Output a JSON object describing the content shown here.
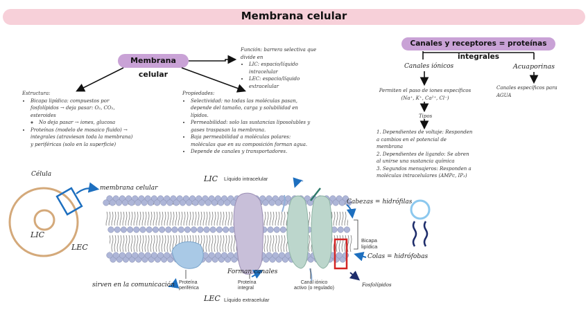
{
  "title": "Membrana celular",
  "left": {
    "node_label": "Membrana celular",
    "function_text": "Función: barrera selectiva que divide en",
    "function_items": [
      "LIC: espacio/líquido intracelular",
      "LEC: espacio/líquido extracelular"
    ],
    "structure": {
      "heading": "Estructura:",
      "item1": "Bicapa lipídica: compuestos por fosfolípidos → deja pasar: O₂, CO₂, esteroides",
      "item1_sub": "No deja pasar → iones, glucosa",
      "item2": "Proteínas (modelo de mosaico fluido) → integrales (atraviesan toda la membrana) y periféricas (solo en la superficie)"
    },
    "properties": {
      "heading": "Propiedades:",
      "items": [
        "Selectividad: no todas las moléculas pasan, depende del tamaño, carga y solubilidad en lípidos.",
        "Permeabilidad: solo las sustancias liposolubles y gases traspasan la membrana.",
        "Baja permeabilidad a moléculas polares: moléculas que en su composición forman agua.",
        "Depende de canales y transportadores."
      ]
    }
  },
  "right": {
    "node_label": "Canales y receptores = proteínas integrales",
    "ion_channels": "Canales iónicos",
    "aquaporins": "Acuaporinas",
    "ion_desc": "Permiten el paso de iones específicos (Na⁺, K⁺, Ca²⁺, Cl⁻)",
    "aqua_desc": "Canales específicos para AGUA",
    "types_label": "Tipos",
    "types": [
      "1. Dependientes de voltaje: Responden a cambios en el potencial de membrana",
      "2. Dependientes de ligando: Se abren al unirse una sustancia química",
      "3. Segundos mensajeros: Responden a moléculas intracelulares (AMPc, IP₃)"
    ]
  },
  "figure": {
    "cell_label": "Célula",
    "lic_label": "LIC",
    "lec_label": "LEC",
    "membrane_label": "membrana celular",
    "lic_top": "LIC",
    "liquid_intra": "Líquido intracelular",
    "lec_bottom": "LEC",
    "liquid_extra": "Líquido extracelular",
    "heads_label": "Cabezas = hidrófilas",
    "tails_label": "Colas = hidrófobas",
    "bilayer_label_1": "Bicapa",
    "bilayer_label_2": "lipídica",
    "phospholipids_label": "Fosfolípidos",
    "form_channels": "Forman canales",
    "communication": "sirven en la comunicación",
    "peripheral_1": "Proteína",
    "peripheral_2": "periférica",
    "integral_1": "Proteína",
    "integral_2": "integral",
    "ionchan_1": "Canal iónico",
    "ionchan_2": "activo (o regulado)"
  },
  "colors": {
    "title_bar": "#f7d0d9",
    "pill": "#c9a2d6",
    "arrow_blue": "#1d6fbf",
    "ring": "#d4a97a",
    "phospholipid_head": "#aeb6d8",
    "integral_protein": "#c8bfd9",
    "peripheral_protein": "#a9c9e6",
    "channel_protein": "#bcd6cc",
    "highlight_red": "#d32424",
    "navy": "#1e2d6b"
  }
}
